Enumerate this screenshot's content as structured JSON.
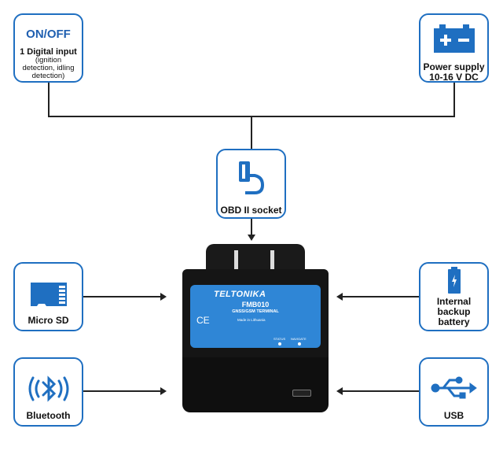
{
  "diagram": {
    "title_nodes": {
      "onoff": {
        "title": "ON/OFF",
        "subtitle": "1 Digital input",
        "detail_1": "(ignition",
        "detail_2": "detection, idling",
        "detail_3": "detection)"
      },
      "power": {
        "line_1": "Power supply",
        "line_2": "10-16 V DC"
      },
      "obd": {
        "label": "OBD II socket"
      },
      "microsd": {
        "label": "Micro SD"
      },
      "bluetooth": {
        "label": "Bluetooth"
      },
      "battery": {
        "line_1": "Internal",
        "line_2": "backup",
        "line_3": "battery"
      },
      "usb": {
        "label": "USB"
      }
    },
    "device": {
      "brand": "TELTONIKA",
      "model": "FMB010",
      "type": "GNSS/GSM TERMINAL",
      "origin": "Made in Lithuania",
      "ce_mark": "CE",
      "led_1": "STATUS",
      "led_2": "NAVIGATE"
    },
    "icons": [
      "toggle-icon",
      "car-battery-icon",
      "obd-connector-icon",
      "micro-sd-icon",
      "bluetooth-icon",
      "battery-charge-icon",
      "usb-icon"
    ],
    "colors": {
      "accent": "#1f6fc1",
      "label_blue": "#1f5fb0",
      "device_label": "#2f86d6",
      "line": "#222222"
    }
  }
}
